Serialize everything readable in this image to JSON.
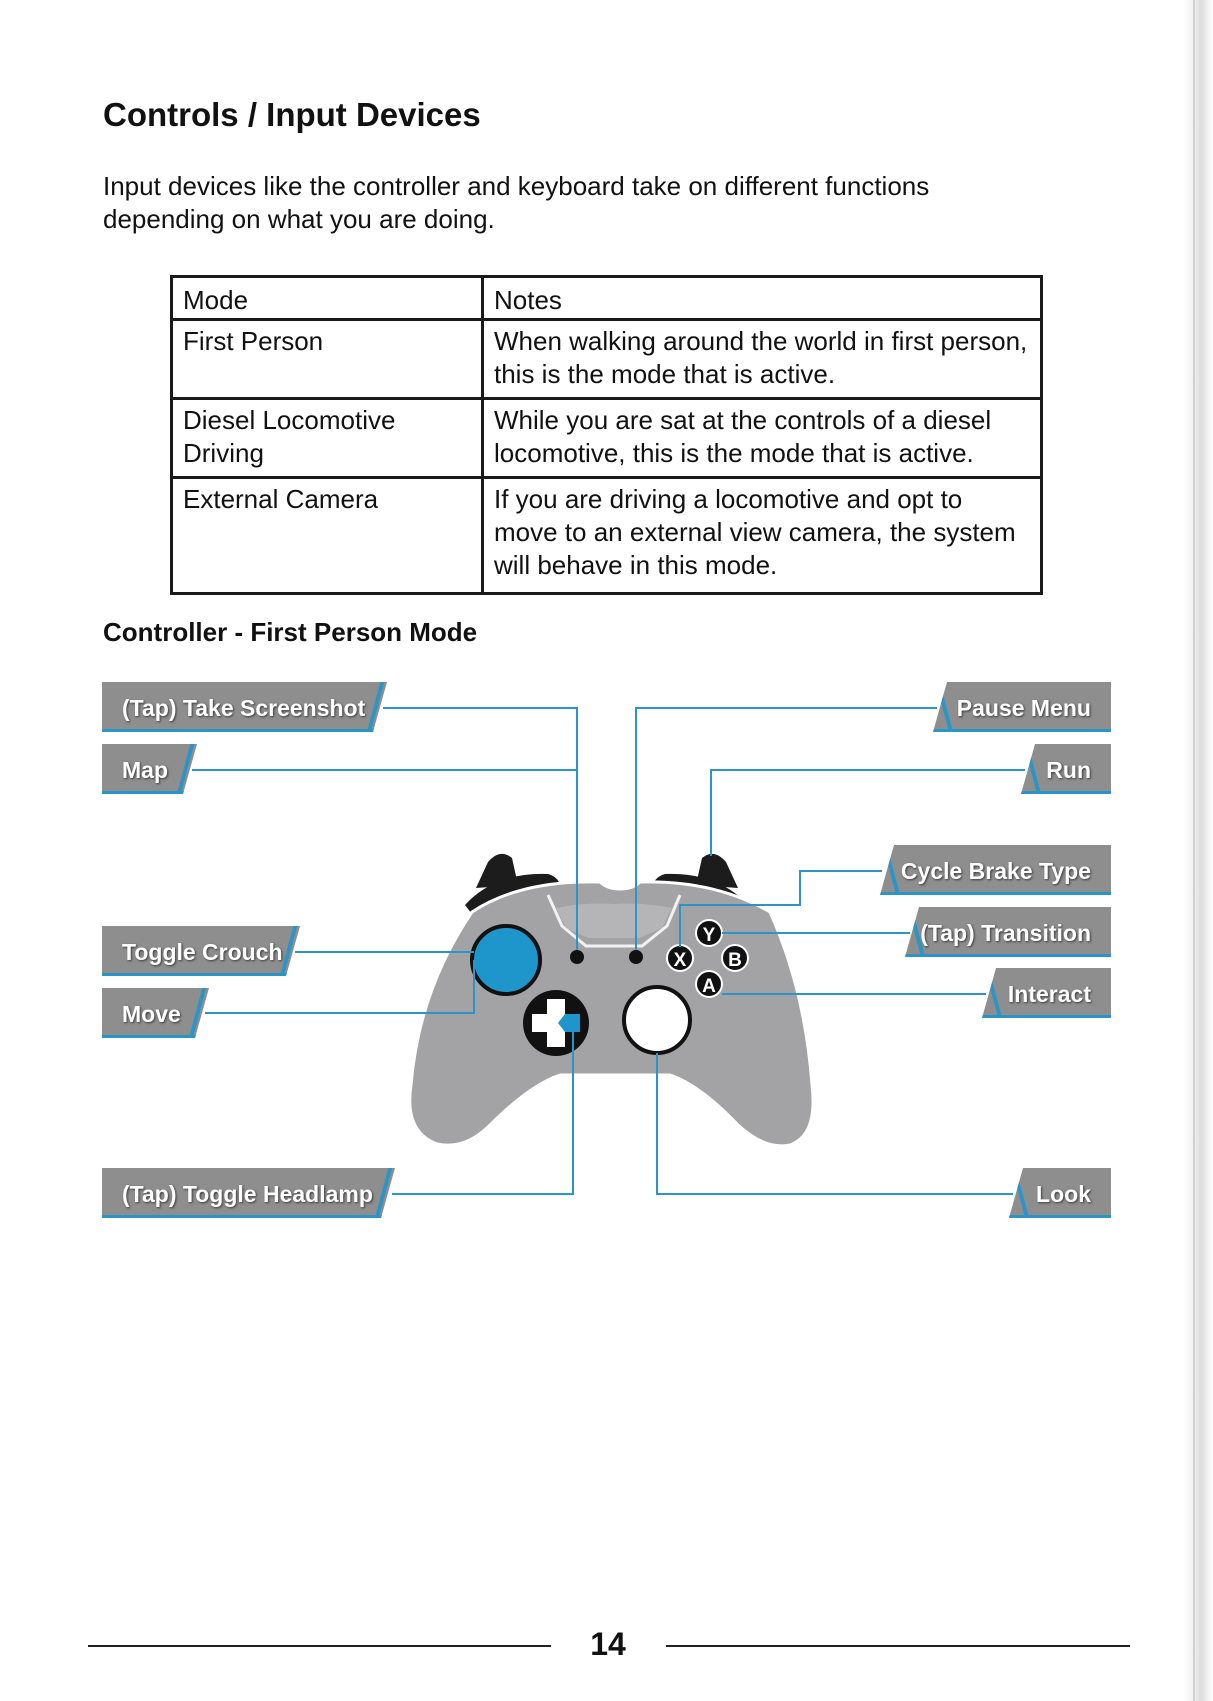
{
  "page": {
    "heading": "Controls / Input Devices",
    "intro": "Input devices like the controller and keyboard take on different functions depending on what you are doing.",
    "page_number": "14"
  },
  "modes_table": {
    "headers": [
      "Mode",
      "Notes"
    ],
    "rows": [
      {
        "mode": "First Person",
        "notes": "When walking around the world in first person, this is the mode that is active."
      },
      {
        "mode": "Diesel Locomotive Driving",
        "notes": "While you are sat at the controls of a diesel locomotive, this is the mode that is active."
      },
      {
        "mode": "External Camera",
        "notes": "If you are driving a locomotive and opt to move to an external view camera, the system will behave in this mode."
      }
    ]
  },
  "controller_section": {
    "heading": "Controller - First Person Mode",
    "labels": {
      "take_screenshot": "(Tap) Take Screenshot",
      "map": "Map",
      "toggle_crouch": "Toggle Crouch",
      "move": "Move",
      "toggle_headlamp": "(Tap) Toggle Headlamp",
      "pause_menu": "Pause Menu",
      "run": "Run",
      "cycle_brake_type": "Cycle Brake Type",
      "transition": "(Tap) Transition",
      "interact": "Interact",
      "look": "Look"
    },
    "face_buttons": {
      "y": "Y",
      "x": "X",
      "b": "B",
      "a": "A"
    }
  },
  "colors": {
    "accent_blue": "#2a95c6",
    "label_grey": "#8e8e8e",
    "controller_grey": "#a3a3a5"
  }
}
